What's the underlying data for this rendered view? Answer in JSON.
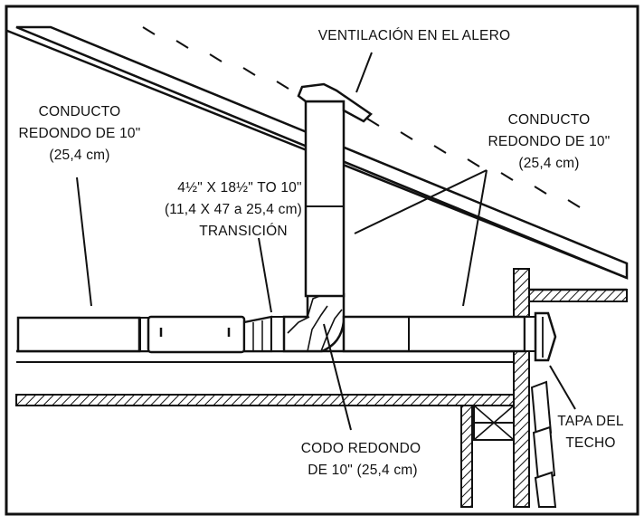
{
  "colors": {
    "ink": "#111111",
    "paper": "#ffffff"
  },
  "labels": {
    "eave_vent": [
      "VENTILACIÓN EN EL ALERO"
    ],
    "duct_left": [
      "CONDUCTO",
      "REDONDO DE 10\"",
      "(25,4 cm)"
    ],
    "duct_right": [
      "CONDUCTO",
      "REDONDO DE 10\"",
      "(25,4 cm)"
    ],
    "transition": [
      "4½\" X 18½\" TO 10\"",
      "(11,4 X 47 a 25,4 cm)",
      "TRANSICIÓN"
    ],
    "elbow": [
      "CODO REDONDO",
      "DE 10\" (25,4 cm)"
    ],
    "roof_cap": [
      "TAPA DEL",
      "TECHO"
    ]
  }
}
